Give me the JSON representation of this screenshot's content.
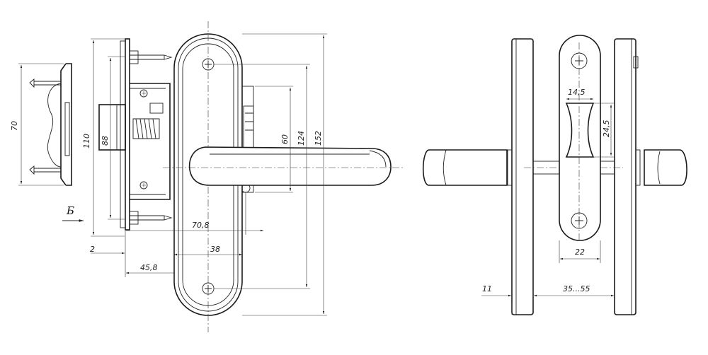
{
  "drawing": {
    "dimensions": {
      "d70": "70",
      "d110": "110",
      "d88": "88",
      "d60": "60",
      "d124": "124",
      "d152": "152",
      "d70_8": "70,8",
      "d2": "2",
      "d38": "38",
      "d45_8": "45,8",
      "d14_5": "14,5",
      "d24_5": "24,5",
      "d22": "22",
      "d11": "11",
      "d35_55": "35...55"
    },
    "section_label": "Б"
  }
}
